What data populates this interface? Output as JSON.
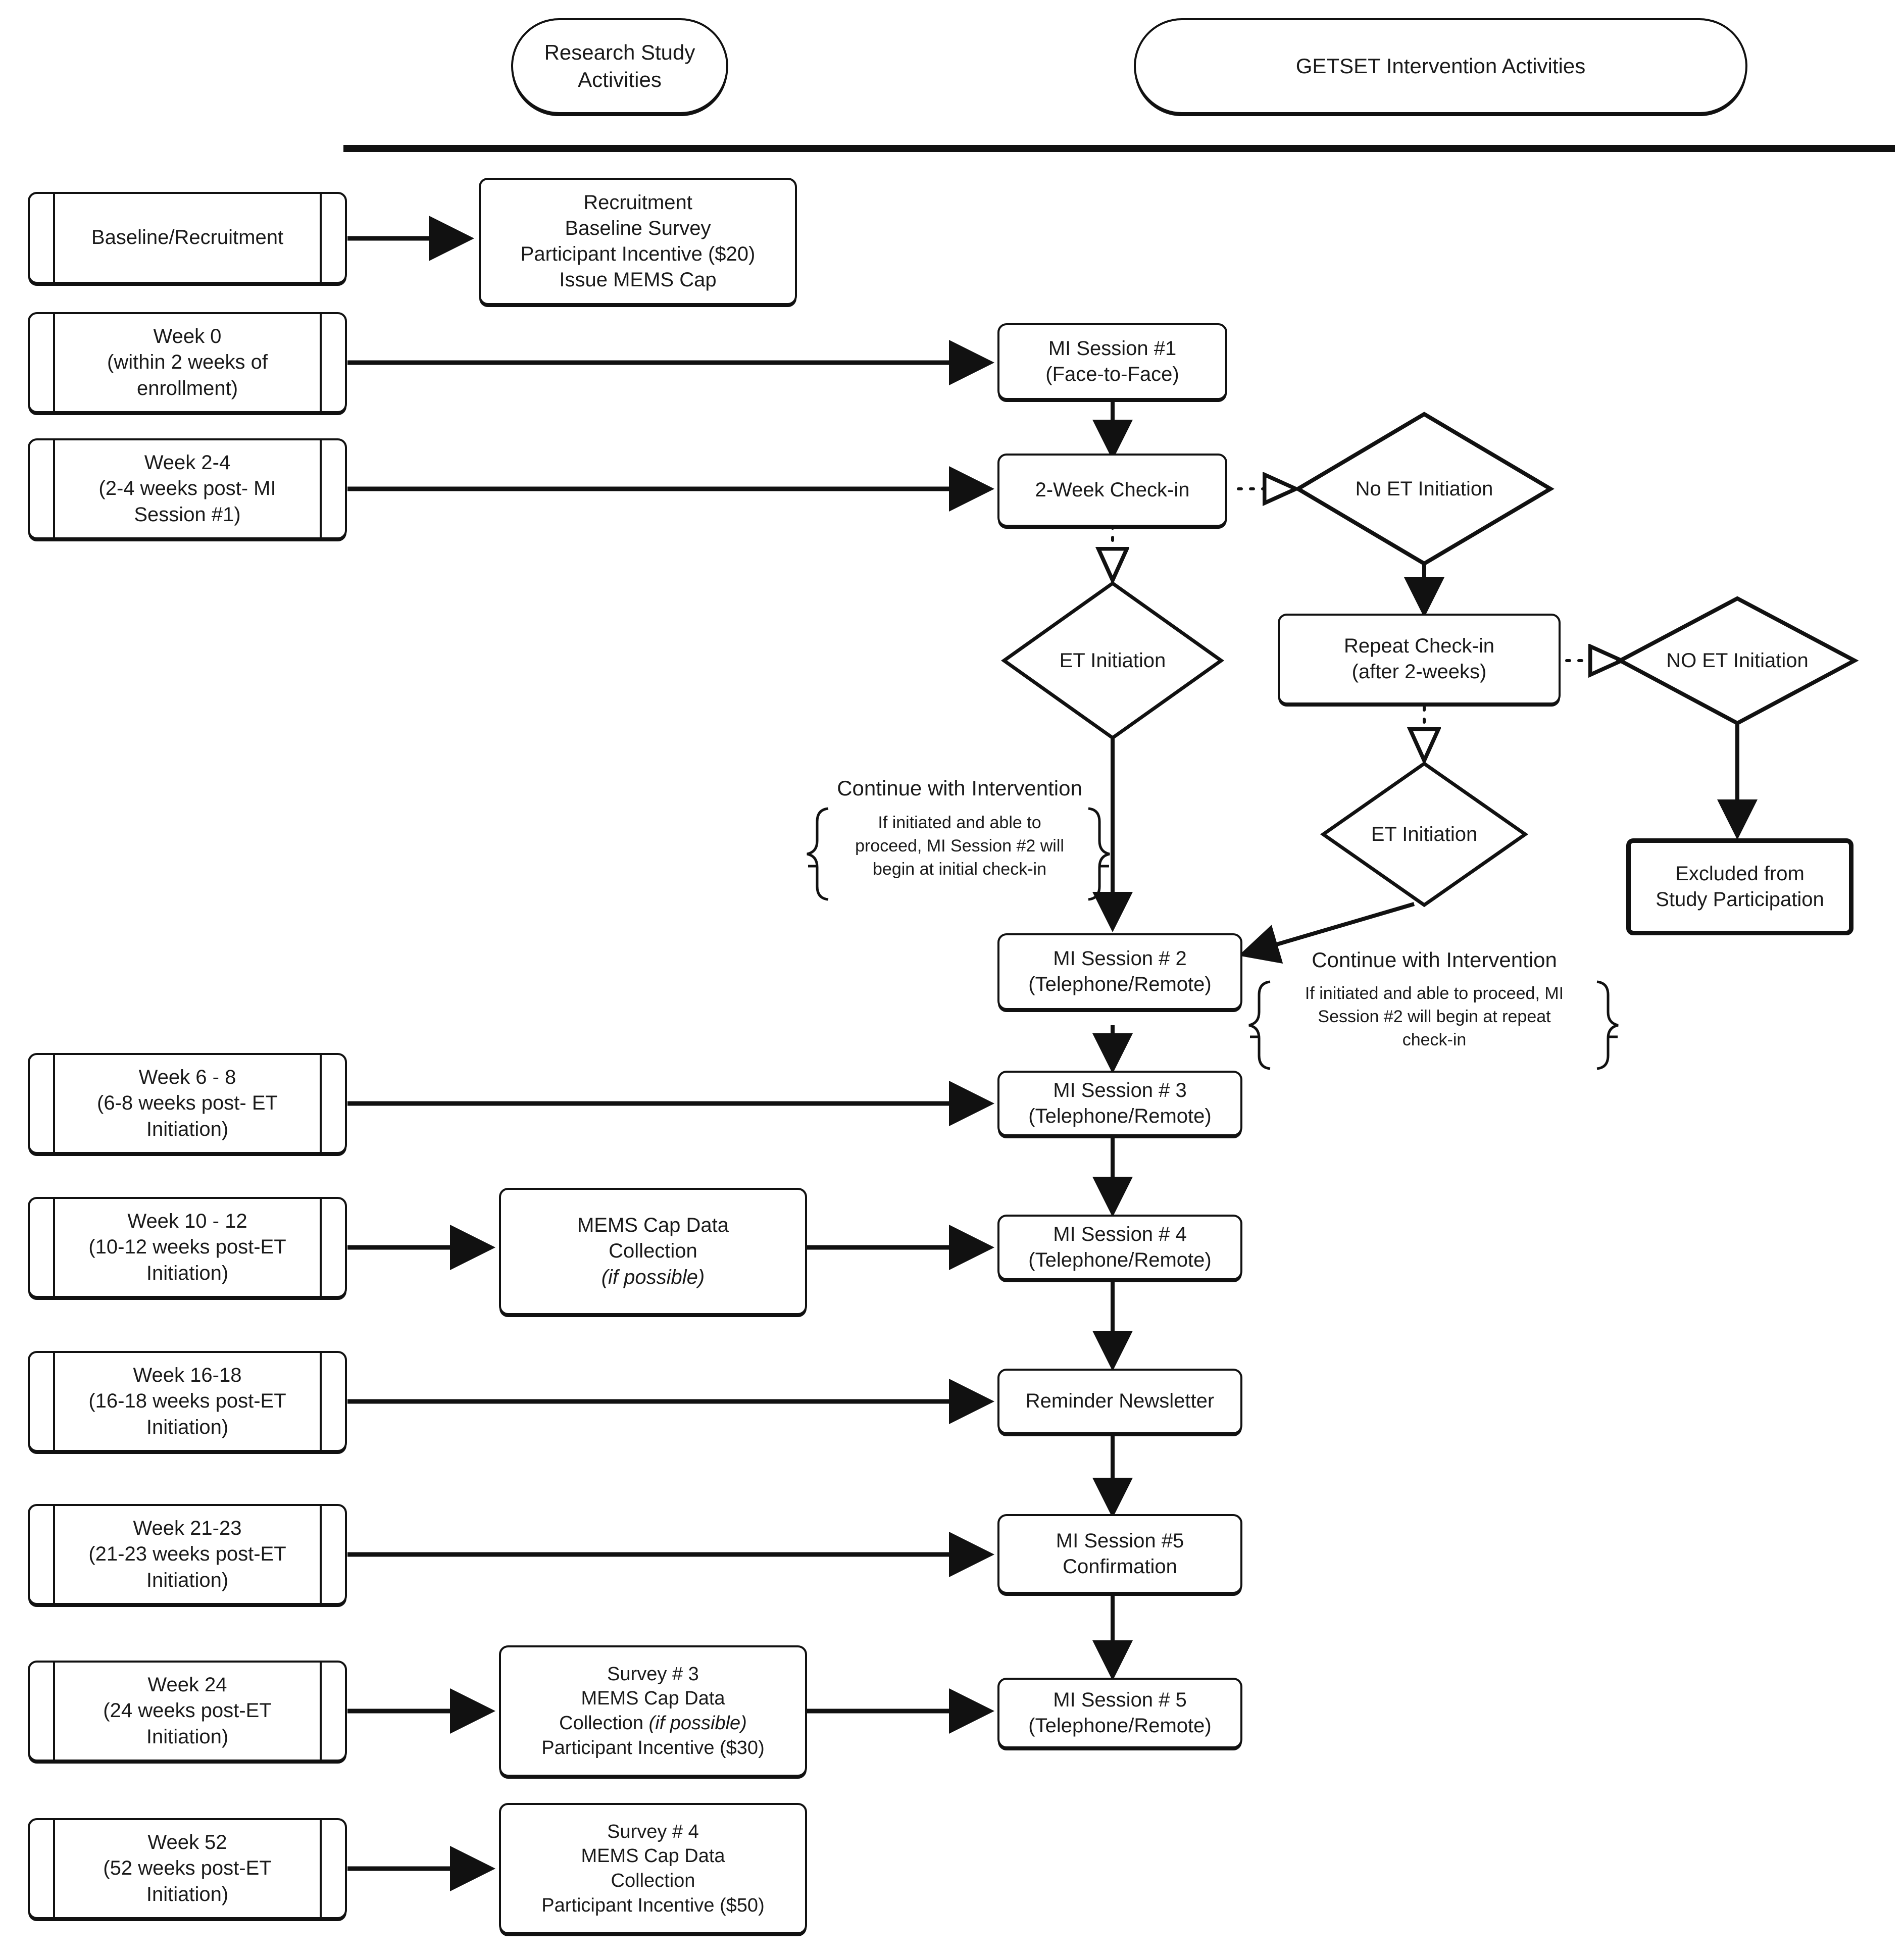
{
  "diagram": {
    "title": "GETSET study flow diagram",
    "lanes": [
      {
        "id": "research",
        "label": "Research Study\nActivities"
      },
      {
        "id": "getset",
        "label": "GETSET Intervention Activities"
      }
    ],
    "timeline_boxes": [
      {
        "id": "baseline",
        "label": "Baseline/Recruitment"
      },
      {
        "id": "week0",
        "label": "Week 0\n(within 2 weeks of\nenrollment)"
      },
      {
        "id": "week2_4",
        "label": "Week 2-4\n(2-4 weeks post- MI\nSession #1)"
      },
      {
        "id": "week6_8",
        "label": "Week 6 - 8\n(6-8 weeks post- ET\nInitiation)"
      },
      {
        "id": "week10_12",
        "label": "Week 10 - 12\n(10-12 weeks post-ET\nInitiation)"
      },
      {
        "id": "week16_18",
        "label": "Week 16-18\n(16-18 weeks post-ET\nInitiation)"
      },
      {
        "id": "week21_23",
        "label": "Week 21-23\n(21-23 weeks post-ET\nInitiation)"
      },
      {
        "id": "week24",
        "label": "Week 24\n(24 weeks post-ET\nInitiation)"
      },
      {
        "id": "week52",
        "label": "Week 52\n(52 weeks post-ET\nInitiation)"
      }
    ],
    "research_boxes": [
      {
        "id": "recruitment_box",
        "label": "Recruitment\nBaseline Survey\nParticipant Incentive ($20)\nIssue MEMS Cap"
      },
      {
        "id": "mems_10_12",
        "label_plain": "MEMS Cap Data\nCollection\n",
        "label_italic": "(if possible)"
      },
      {
        "id": "survey3",
        "label_line1": "Survey # 3",
        "label_line2": "MEMS Cap Data",
        "label_line3_plain": "Collection ",
        "label_line3_italic": "(if possible)",
        "label_line4": "Participant Incentive ($30)"
      },
      {
        "id": "survey4",
        "label": "Survey # 4\nMEMS Cap Data\nCollection\nParticipant Incentive ($50)"
      }
    ],
    "intervention_boxes": [
      {
        "id": "mi1",
        "label": "MI Session #1\n(Face-to-Face)"
      },
      {
        "id": "checkin2wk",
        "label": "2-Week Check-in"
      },
      {
        "id": "repeat",
        "label": "Repeat Check-in\n(after 2-weeks)"
      },
      {
        "id": "excluded",
        "label": "Excluded from\nStudy Participation"
      },
      {
        "id": "mi2",
        "label": "MI Session # 2\n(Telephone/Remote)"
      },
      {
        "id": "mi3",
        "label": "MI Session # 3\n(Telephone/Remote)"
      },
      {
        "id": "mi4",
        "label": "MI Session # 4\n(Telephone/Remote)"
      },
      {
        "id": "newsletter",
        "label": "Reminder Newsletter"
      },
      {
        "id": "mi5conf",
        "label": "MI Session #5\nConfirmation"
      },
      {
        "id": "mi5",
        "label": "MI Session # 5\n(Telephone/Remote)"
      }
    ],
    "decisions": [
      {
        "id": "no_et_1",
        "label": "No ET Initiation"
      },
      {
        "id": "et_1",
        "label": "ET Initiation"
      },
      {
        "id": "no_et_2",
        "label": "NO ET Initiation"
      },
      {
        "id": "et_2",
        "label": "ET Initiation"
      }
    ],
    "annotations": [
      {
        "id": "continue_initial",
        "header": "Continue with Intervention",
        "body": "If initiated and able to\nproceed, MI Session #2 will\nbegin at initial check-in"
      },
      {
        "id": "continue_repeat",
        "header": "Continue with Intervention",
        "body": "If initiated and able to proceed, MI\nSession #2 will begin at repeat\ncheck-in"
      }
    ],
    "colors": {
      "stroke": "#111111",
      "background": "#ffffff",
      "text": "#1a1a1a"
    }
  }
}
